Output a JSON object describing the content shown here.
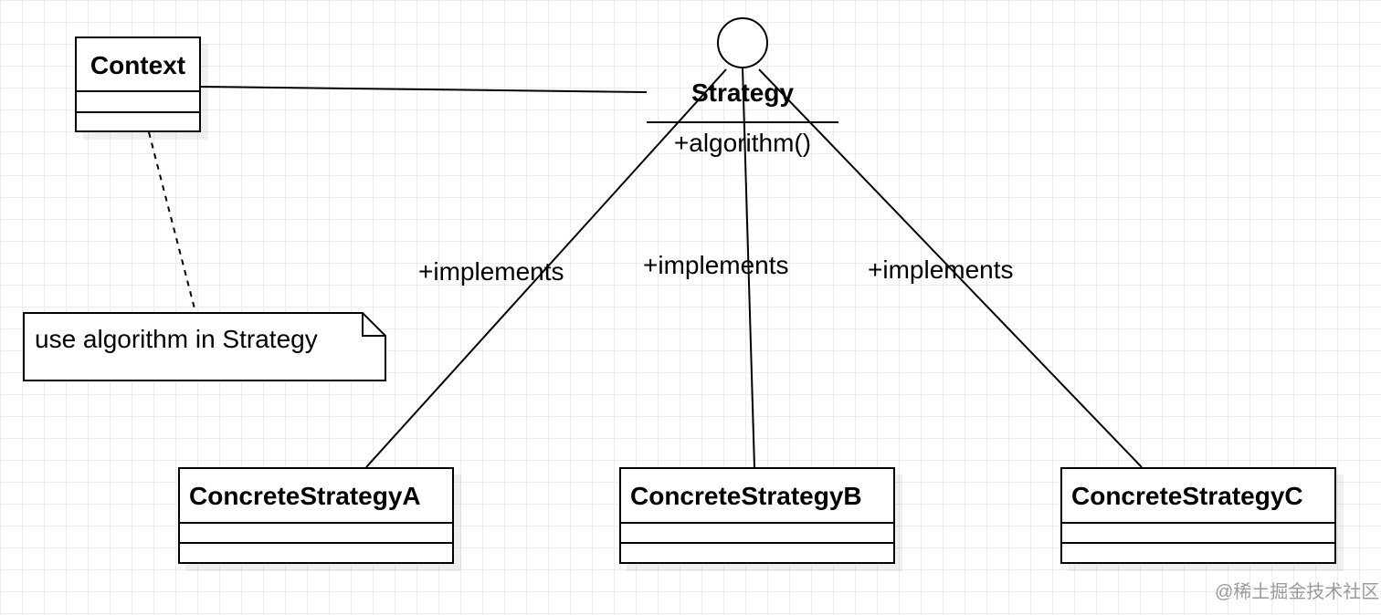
{
  "diagram": {
    "context": {
      "name": "Context"
    },
    "strategy": {
      "name": "Strategy",
      "operation": "+algorithm()"
    },
    "concrete_strategies": [
      {
        "name": "ConcreteStrategyA"
      },
      {
        "name": "ConcreteStrategyB"
      },
      {
        "name": "ConcreteStrategyC"
      }
    ],
    "edge_labels": [
      "+implements",
      "+implements",
      "+implements"
    ],
    "note": {
      "text": "use algorithm in Strategy"
    }
  },
  "watermark": "@稀土掘金技术社区",
  "colors": {
    "stroke": "#000000",
    "grid": "#ececec",
    "watermark": "#9a9a9a",
    "background": "#ffffff"
  }
}
